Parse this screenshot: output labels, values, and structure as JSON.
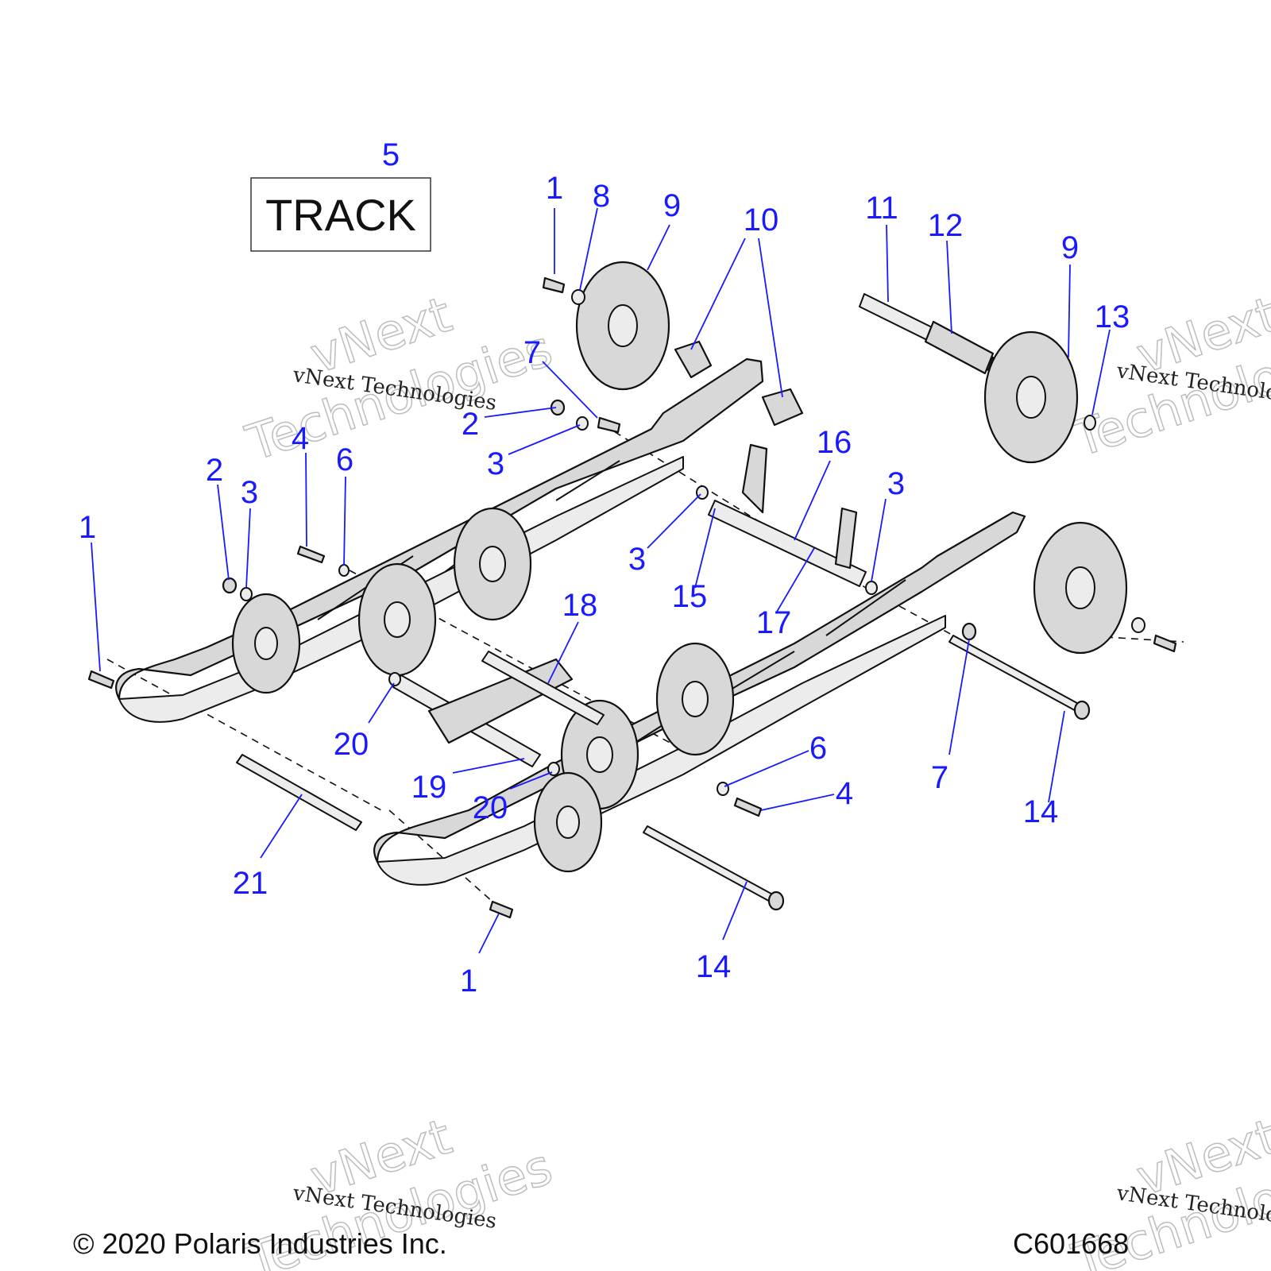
{
  "track_box": {
    "label": "TRACK",
    "callout": "5"
  },
  "callouts": [
    {
      "id": "c1a",
      "text": "1"
    },
    {
      "id": "c8",
      "text": "8"
    },
    {
      "id": "c9a",
      "text": "9"
    },
    {
      "id": "c10",
      "text": "10"
    },
    {
      "id": "c11",
      "text": "11"
    },
    {
      "id": "c12",
      "text": "12"
    },
    {
      "id": "c9b",
      "text": "9"
    },
    {
      "id": "c13",
      "text": "13"
    },
    {
      "id": "c7a",
      "text": "7"
    },
    {
      "id": "c2a",
      "text": "2"
    },
    {
      "id": "c3a",
      "text": "3"
    },
    {
      "id": "c4a",
      "text": "4"
    },
    {
      "id": "c6a",
      "text": "6"
    },
    {
      "id": "c2b",
      "text": "2"
    },
    {
      "id": "c3b",
      "text": "3"
    },
    {
      "id": "c1b",
      "text": "1"
    },
    {
      "id": "c16",
      "text": "16"
    },
    {
      "id": "c3c",
      "text": "3"
    },
    {
      "id": "c3d",
      "text": "3"
    },
    {
      "id": "c15",
      "text": "15"
    },
    {
      "id": "c17",
      "text": "17"
    },
    {
      "id": "c18",
      "text": "18"
    },
    {
      "id": "c20a",
      "text": "20"
    },
    {
      "id": "c19",
      "text": "19"
    },
    {
      "id": "c20b",
      "text": "20"
    },
    {
      "id": "c6b",
      "text": "6"
    },
    {
      "id": "c4b",
      "text": "4"
    },
    {
      "id": "c7b",
      "text": "7"
    },
    {
      "id": "c14a",
      "text": "14"
    },
    {
      "id": "c21",
      "text": "21"
    },
    {
      "id": "c1c",
      "text": "1"
    },
    {
      "id": "c14b",
      "text": "14"
    }
  ],
  "watermark": {
    "small": "vNext Technologies",
    "large_line1": "vNext",
    "large_line2": "Technologies"
  },
  "footer": {
    "copyright": "© 2020 Polaris Industries Inc.",
    "code": "C601668"
  },
  "colors": {
    "callout": "#1a1aff",
    "line_art": "#111111",
    "part_fill": "#d8d8d8"
  }
}
